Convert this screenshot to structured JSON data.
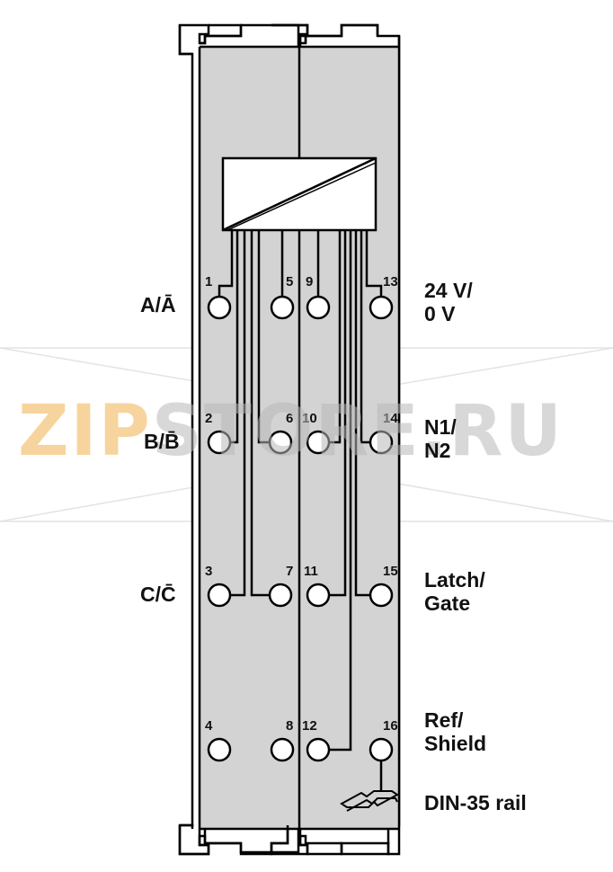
{
  "module": {
    "body_color": "#d3d3d3",
    "line_color": "#000000"
  },
  "terminals": {
    "col1": [
      "1",
      "2",
      "3",
      "4"
    ],
    "col2": [
      "5",
      "6",
      "7",
      "8"
    ],
    "col3": [
      "9",
      "10",
      "11",
      "12"
    ],
    "col4": [
      "13",
      "14",
      "15",
      "16"
    ]
  },
  "left_labels": {
    "row1": "A/Ā",
    "row2": "B/B̄",
    "row3": "C/C̄"
  },
  "right_labels": {
    "row1": {
      "line1": "24 V/",
      "line2": "0 V"
    },
    "row2": {
      "line1": "N1/",
      "line2": "N2"
    },
    "row3": {
      "line1": "Latch/",
      "line2": "Gate"
    },
    "row4": {
      "line1": "Ref/",
      "line2": "Shield"
    },
    "rail": "DIN-35 rail"
  },
  "watermark": {
    "part1": "ZIP",
    "part2": "STORE.RU",
    "color1": "#f2b24f",
    "color2": "#b9b9b9"
  }
}
